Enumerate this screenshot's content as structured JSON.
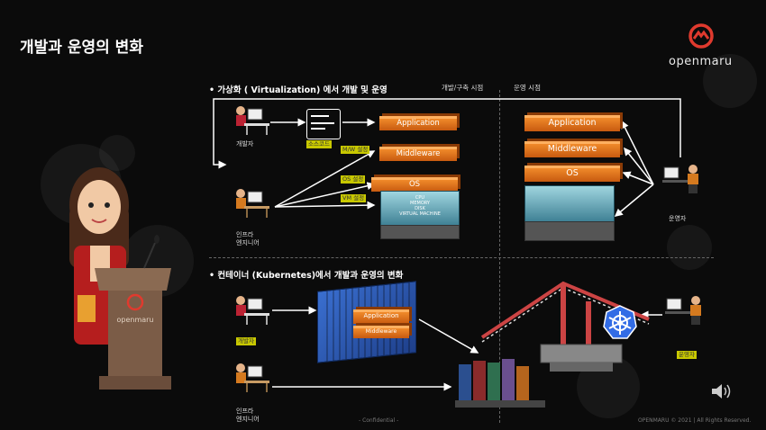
{
  "slide": {
    "title": "개발과 운영의 변화",
    "logo_text": "openmaru",
    "footer_center": "- Confidential -",
    "footer_right": "OPENMARU © 2021 | All Rights Reserved."
  },
  "virtualization": {
    "heading": "• 가상화 ( Virtualization) 에서 개발 및 운영",
    "col_dev": "개발/구축 시점",
    "col_ops": "운영 시점",
    "developer_label": "개발자",
    "source_label": "소스코드",
    "infra_label_1": "인프라",
    "infra_label_2": "엔지니어",
    "mw_tag": "M/W 설정",
    "os_tag": "OS 설정",
    "vm_tag": "VM 설정",
    "layers_left": [
      "Application",
      "Middleware",
      "OS"
    ],
    "server_text": [
      "CPU",
      "MEMORY",
      "DISK",
      "VIRTUAL MACHINE"
    ],
    "layers_right": [
      "Application",
      "Middleware",
      "OS"
    ],
    "operator_label": "운영자"
  },
  "container": {
    "heading": "• 컨테이너 (Kubernetes)에서 개발과 운영의 변화",
    "developer_label": "개발자",
    "infra_label_1": "인프라",
    "infra_label_2": "엔지니어",
    "box_layers": [
      "Application",
      "Middleware"
    ],
    "operator_label": "운영자"
  },
  "colors": {
    "accent": "#e03a2e",
    "orange": "#f08a2a",
    "tag": "#c8c800"
  }
}
